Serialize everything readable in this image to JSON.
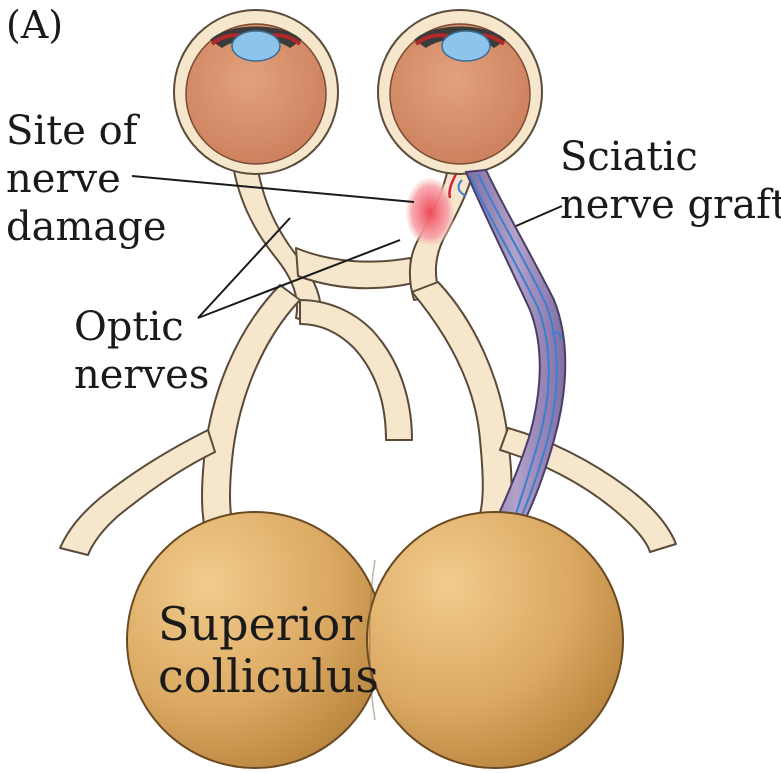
{
  "panel_label": "(A)",
  "labels": {
    "site_line1": "Site of",
    "site_line2": "nerve",
    "site_line3": "damage",
    "optic_line1": "Optic",
    "optic_line2": "nerves",
    "graft_line1": "Sciatic",
    "graft_line2": "nerve graft",
    "colliculus_line1": "Superior",
    "colliculus_line2": "colliculus"
  },
  "colors": {
    "nerve_fill": "#f5e6cc",
    "eye_fill": "#d8906a",
    "lens_fill": "#8cc4ec",
    "colliculus_fill": "#d9a960",
    "damage": "#ee5a66",
    "graft_fill": "#9a86b4",
    "axon": "#3b7fd0"
  }
}
